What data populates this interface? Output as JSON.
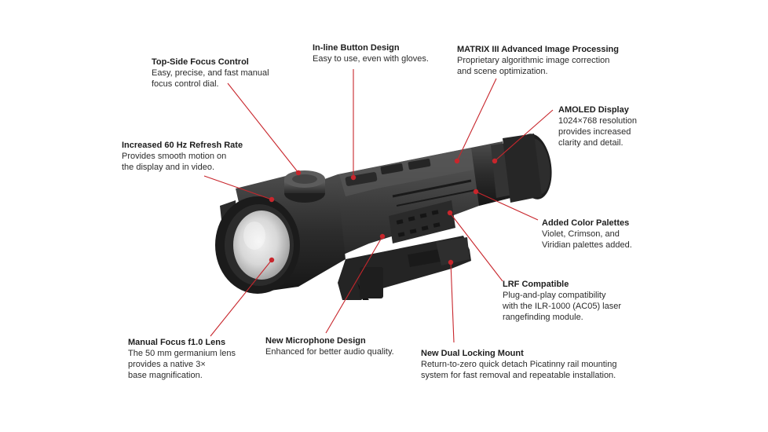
{
  "accent_color": "#c8262c",
  "callouts": [
    {
      "id": "focus-control",
      "title": "Top-Side Focus Control",
      "desc": "Easy, precise, and fast manual\nfocus control dial."
    },
    {
      "id": "button-design",
      "title": "In-line Button Design",
      "desc": "Easy to use, even with gloves."
    },
    {
      "id": "image-processing",
      "title": "MATRIX III Advanced Image Processing",
      "desc": "Proprietary algorithmic image correction\nand scene optimization."
    },
    {
      "id": "amoled-display",
      "title": "AMOLED Display",
      "desc": "1024×768 resolution\nprovides increased\nclarity and detail."
    },
    {
      "id": "refresh-rate",
      "title": "Increased 60 Hz Refresh Rate",
      "desc": "Provides smooth motion on\nthe display and in video."
    },
    {
      "id": "color-palettes",
      "title": "Added Color Palettes",
      "desc": "Violet, Crimson, and\nViridian palettes added."
    },
    {
      "id": "lrf-compatible",
      "title": "LRF Compatible",
      "desc": "Plug-and-play compatibility\nwith the ILR-1000 (AC05) laser\nrangefinding module."
    },
    {
      "id": "manual-focus",
      "title": "Manual Focus f1.0 Lens",
      "desc": "The 50 mm germanium lens\nprovides a native 3×\nbase magnification."
    },
    {
      "id": "microphone",
      "title": "New Microphone Design",
      "desc": "Enhanced for better audio quality."
    },
    {
      "id": "locking-mount",
      "title": "New Dual Locking Mount",
      "desc": "Return-to-zero quick detach Picatinny rail mounting\nsystem for fast removal and repeatable installation."
    }
  ]
}
